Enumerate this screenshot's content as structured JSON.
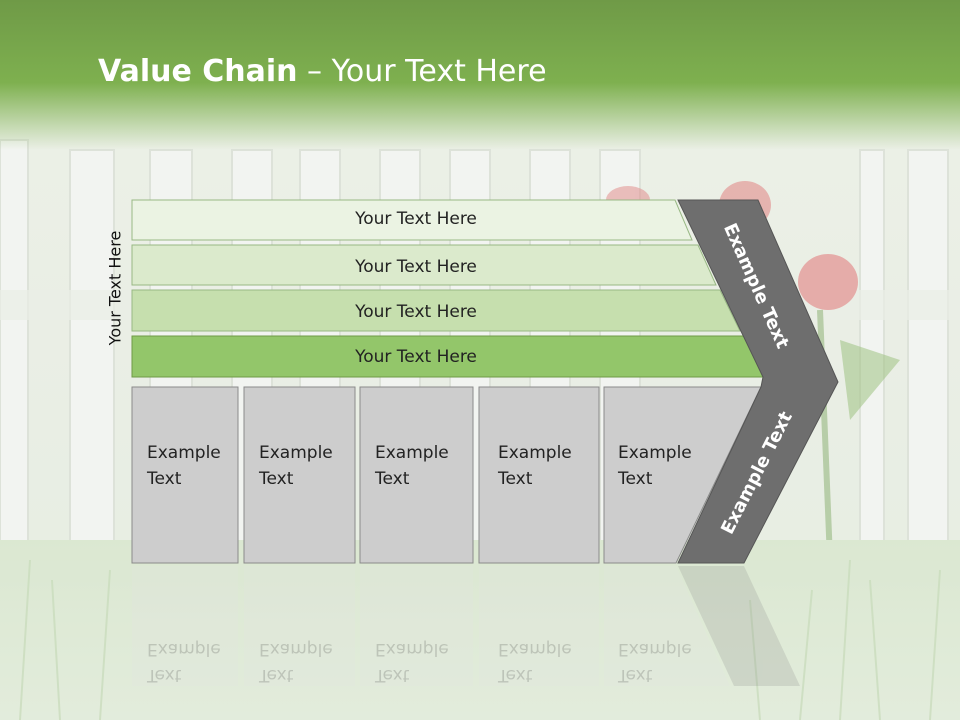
{
  "slide": {
    "title_bold": "Value Chain",
    "title_rest": " – Your Text Here",
    "side_label": "Your Text Here",
    "bars": [
      {
        "label": "Your Text Here"
      },
      {
        "label": "Your Text Here"
      },
      {
        "label": "Your Text Here"
      },
      {
        "label": "Your Text Here"
      }
    ],
    "boxes": [
      {
        "line1": "Example",
        "line2": "Text"
      },
      {
        "line1": "Example",
        "line2": "Text"
      },
      {
        "line1": "Example",
        "line2": "Text"
      },
      {
        "line1": "Example",
        "line2": "Text"
      },
      {
        "line1": "Example",
        "line2": "Text"
      }
    ],
    "chevron_top": "Example Text",
    "chevron_bottom": "Example Text",
    "colors": {
      "header": "#7eb04f",
      "bar_1": "#ebf3e3",
      "bar_2": "#dbeacc",
      "bar_3": "#c6dfae",
      "bar_4": "#93c66a",
      "box": "#cdcdcd",
      "chevron": "#6e6e6e"
    }
  }
}
